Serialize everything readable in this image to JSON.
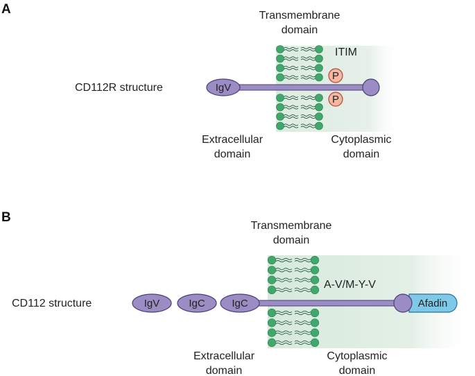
{
  "panel_a": {
    "letter": "A",
    "structure_label": "CD112R structure",
    "transmembrane_label_line1": "Transmembrane",
    "transmembrane_label_line2": "domain",
    "motif_label": "ITIM",
    "domain_label": "IgV",
    "phospho_label": "P",
    "extracellular_line1": "Extracellular",
    "extracellular_line2": "domain",
    "cytoplasmic_line1": "Cytoplasmic",
    "cytoplasmic_line2": "domain"
  },
  "panel_b": {
    "letter": "B",
    "structure_label": "CD112 structure",
    "transmembrane_label_line1": "Transmembrane",
    "transmembrane_label_line2": "domain",
    "motif_label": "A-V/M-Y-V",
    "domains": [
      "IgV",
      "IgC",
      "IgC"
    ],
    "partner_label": "Afadin",
    "extracellular_line1": "Extracellular",
    "extracellular_line2": "domain",
    "cytoplasmic_line1": "Cytoplasmic",
    "cytoplasmic_line2": "domain"
  },
  "colors": {
    "protein": "#9b8cc4",
    "protein_stroke": "#4a3f75",
    "lipid_head": "#3fa86a",
    "lipid_tail": "#2a5a40",
    "membrane_shade": "#e3efe6",
    "phospho_fill": "#f4b7a2",
    "phospho_stroke": "#b5473a",
    "afadin_fill": "#7ec9e8",
    "afadin_stroke": "#2d6f94"
  }
}
